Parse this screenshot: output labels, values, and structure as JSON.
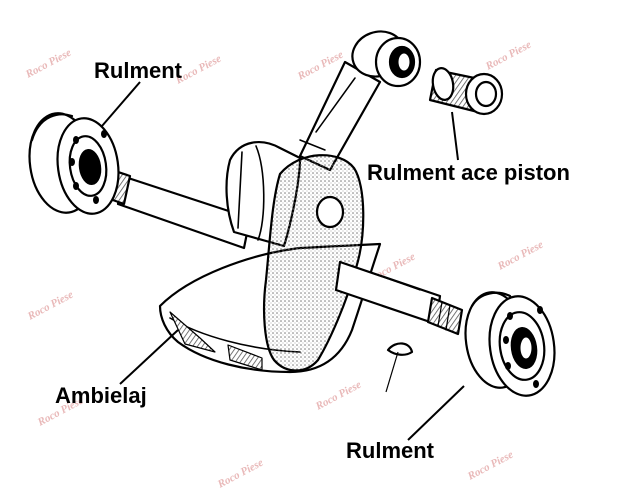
{
  "labels": {
    "top_left": "Rulment",
    "piston": "Rulment ace piston",
    "ambielaj": "Ambielaj",
    "bottom_right": "Rulment"
  },
  "watermark": {
    "text": "Roco Piese",
    "color": "#e9b9b9"
  },
  "colors": {
    "ink": "#000000",
    "paper": "#ffffff",
    "hatch": "#7a7a7a"
  }
}
